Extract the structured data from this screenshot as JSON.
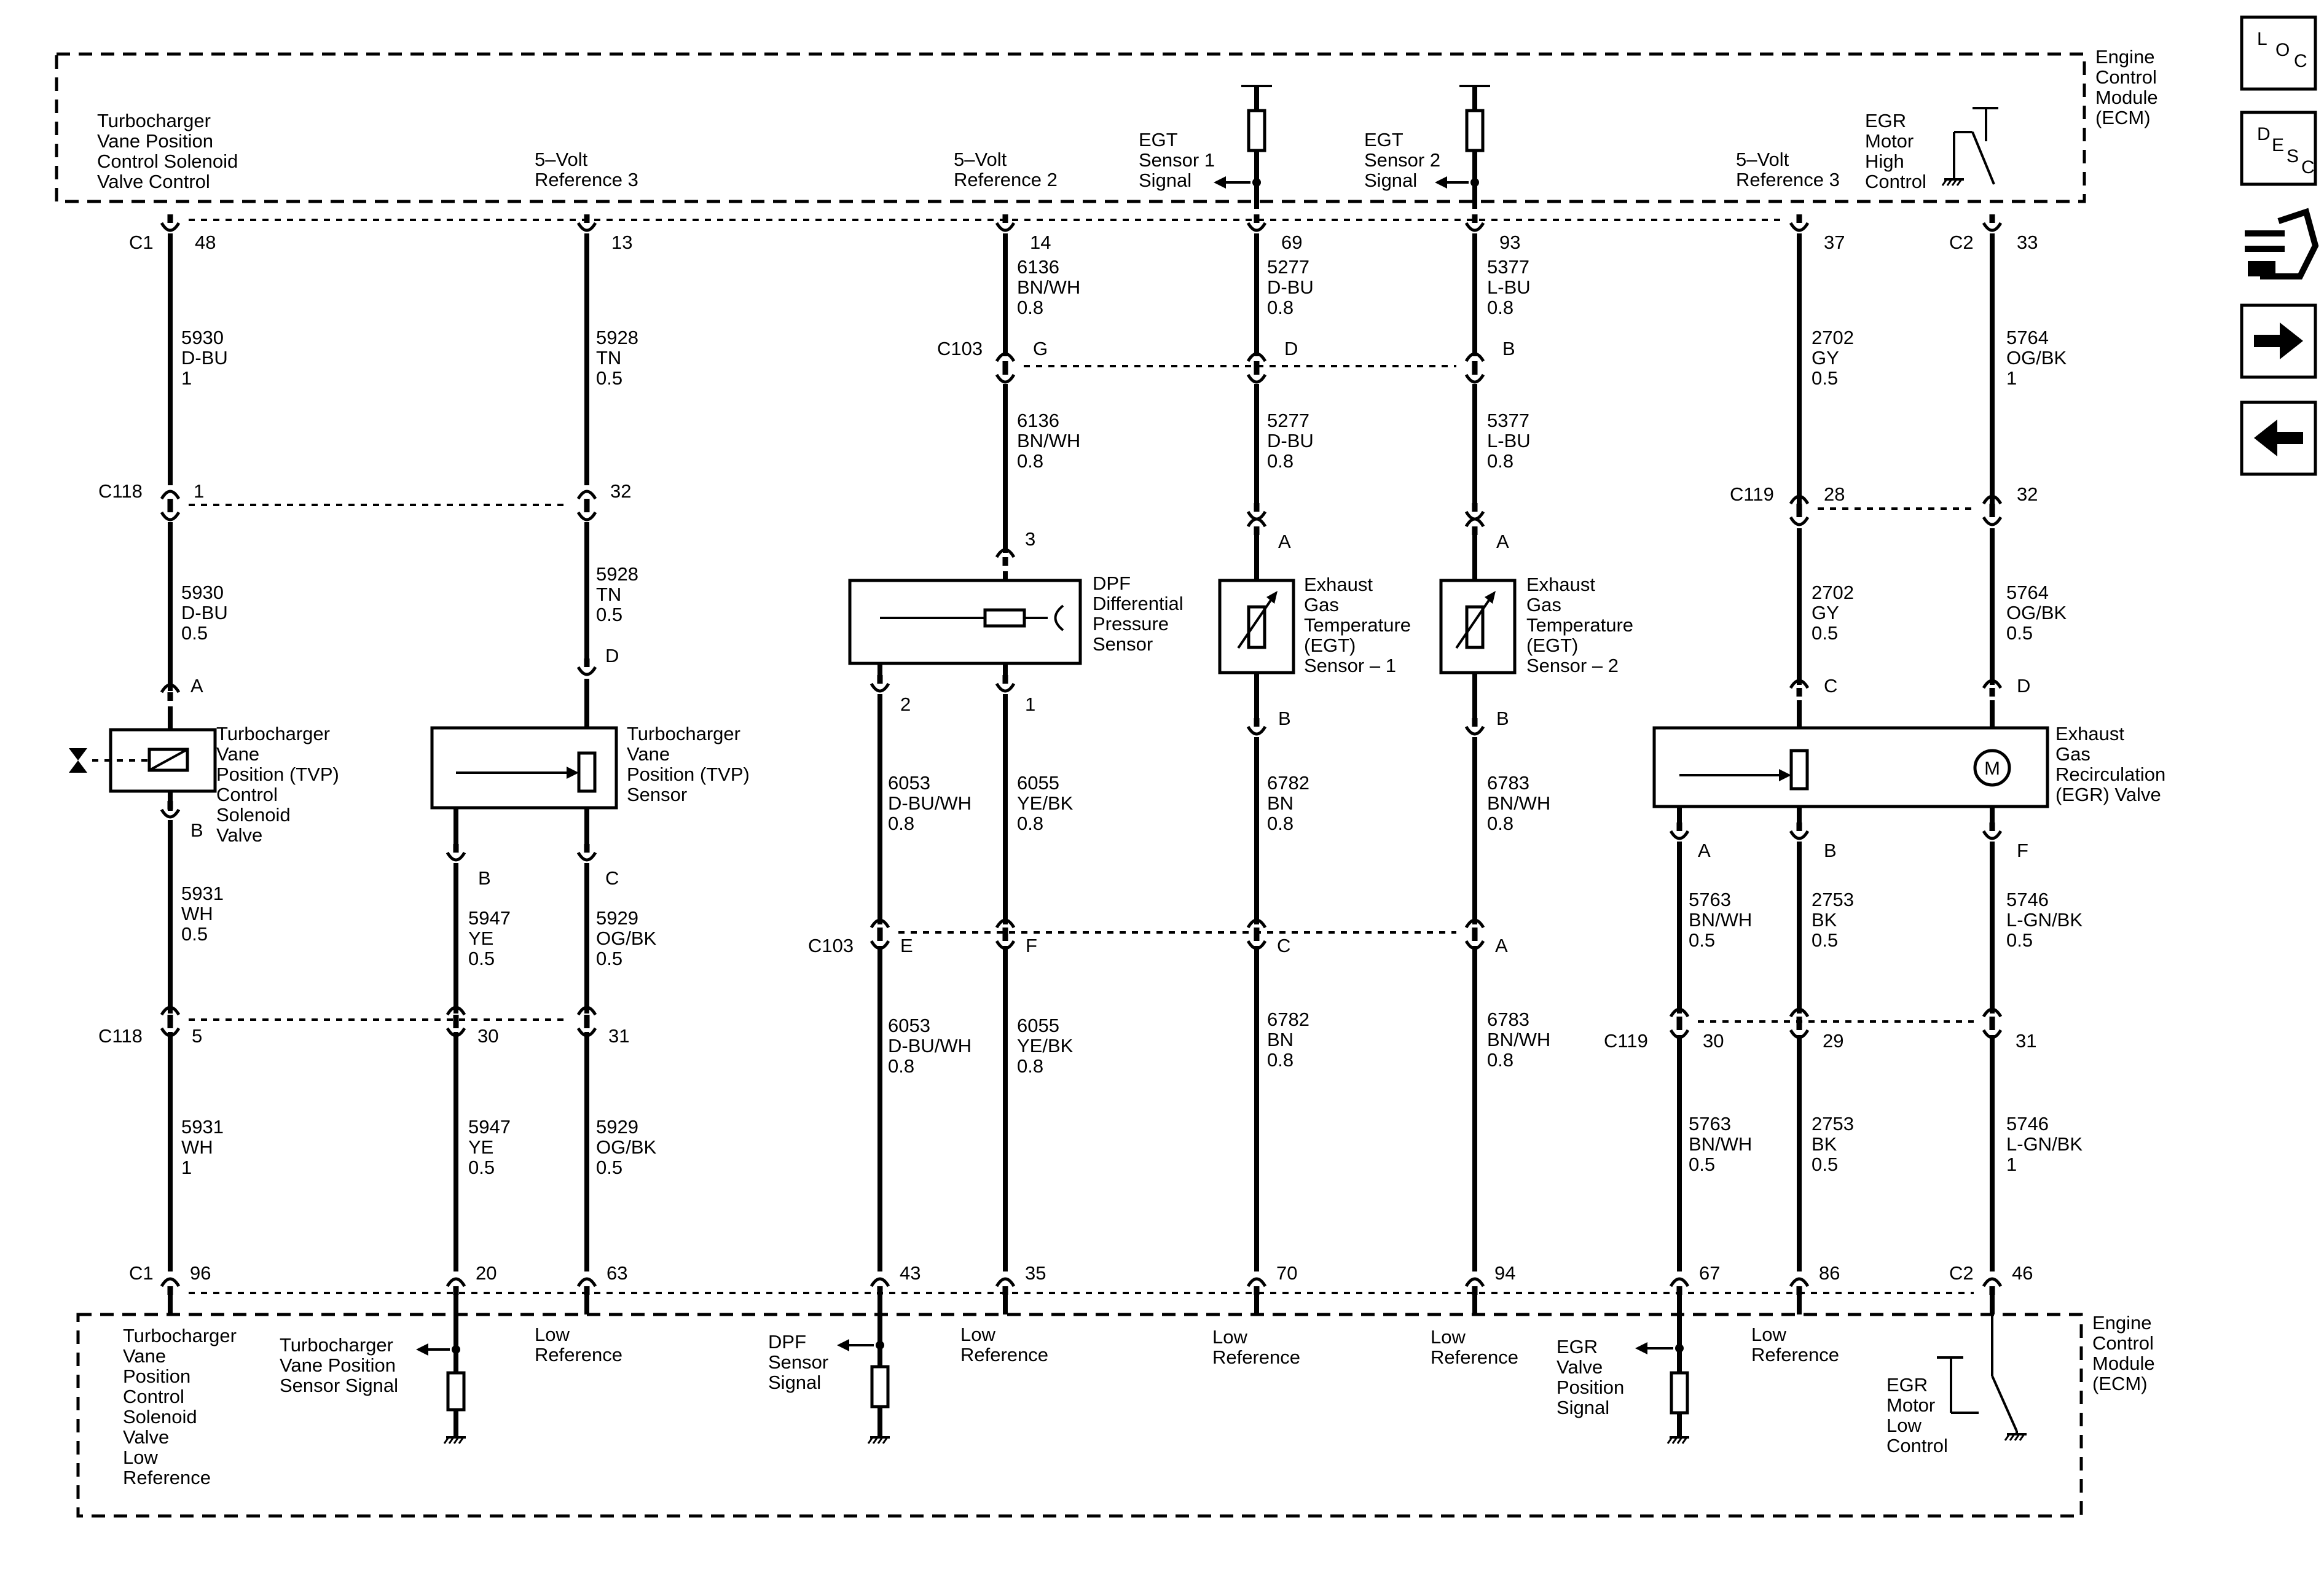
{
  "ecm_label": [
    "Engine",
    "Control",
    "Module",
    "(ECM)"
  ],
  "top_labels": {
    "tvp_solenoid_control": [
      "Turbocharger",
      "Vane Position",
      "Control Solenoid",
      "Valve Control"
    ],
    "ref3_left": [
      "5–Volt",
      "Reference 3"
    ],
    "ref2": [
      "5–Volt",
      "Reference 2"
    ],
    "egt1_signal": [
      "EGT",
      "Sensor 1",
      "Signal"
    ],
    "egt2_signal": [
      "EGT",
      "Sensor 2",
      "Signal"
    ],
    "ref3_right": [
      "5–Volt",
      "Reference 3"
    ],
    "egr_high": [
      "EGR",
      "Motor",
      "High",
      "Control"
    ]
  },
  "bottom_labels": {
    "tvp_solenoid_low": [
      "Turbocharger",
      "Vane",
      "Position",
      "Control",
      "Solenoid",
      "Valve",
      "Low",
      "Reference"
    ],
    "tvp_sensor_signal": [
      "Turbocharger",
      "Vane Position",
      "Sensor Signal"
    ],
    "low_ref": [
      "Low",
      "Reference"
    ],
    "dpf_signal": [
      "DPF",
      "Sensor",
      "Signal"
    ],
    "egr_position": [
      "EGR",
      "Valve",
      "Position",
      "Signal"
    ],
    "egr_low": [
      "EGR",
      "Motor",
      "Low",
      "Control"
    ]
  },
  "connectors": {
    "c1": "C1",
    "c2": "C2",
    "c118": "C118",
    "c103": "C103",
    "c119": "C119"
  },
  "pins": {
    "top": [
      "48",
      "13",
      "14",
      "69",
      "93",
      "37",
      "33"
    ],
    "c103_top": [
      "G",
      "D",
      "B"
    ],
    "c118_top": [
      "1",
      "32"
    ],
    "c119_top": [
      "28",
      "32"
    ],
    "c118_bot": [
      "5",
      "30",
      "31"
    ],
    "c103_bot": [
      "E",
      "F",
      "C",
      "A"
    ],
    "c119_bot": [
      "30",
      "29",
      "31"
    ],
    "bottom": [
      "96",
      "20",
      "63",
      "43",
      "35",
      "70",
      "94",
      "67",
      "86",
      "46"
    ],
    "comp": {
      "sol_a": "A",
      "sol_b": "B",
      "tvp_d": "D",
      "tvp_b": "B",
      "tvp_c": "C",
      "dpf_3": "3",
      "dpf_2": "2",
      "dpf_1": "1",
      "egt1_a": "A",
      "egt1_b": "B",
      "egt2_a": "A",
      "egt2_b": "B",
      "egr_c": "C",
      "egr_d": "D",
      "egr_a": "A",
      "egr_b": "B",
      "egr_f": "F"
    }
  },
  "wires": {
    "w5930_1": [
      "5930",
      "D-BU",
      "1"
    ],
    "w5928_a": [
      "5928",
      "TN",
      "0.5"
    ],
    "w6136_a": [
      "6136",
      "BN/WH",
      "0.8"
    ],
    "w5277_a": [
      "5277",
      "D-BU",
      "0.8"
    ],
    "w5377_a": [
      "5377",
      "L-BU",
      "0.8"
    ],
    "w2702_a": [
      "2702",
      "GY",
      "0.5"
    ],
    "w5764_a": [
      "5764",
      "OG/BK",
      "1"
    ],
    "w6136_b": [
      "6136",
      "BN/WH",
      "0.8"
    ],
    "w5277_b": [
      "5277",
      "D-BU",
      "0.8"
    ],
    "w5377_b": [
      "5377",
      "L-BU",
      "0.8"
    ],
    "w5930_b": [
      "5930",
      "D-BU",
      "0.5"
    ],
    "w5928_b": [
      "5928",
      "TN",
      "0.5"
    ],
    "w2702_b": [
      "2702",
      "GY",
      "0.5"
    ],
    "w5764_b": [
      "5764",
      "OG/BK",
      "0.5"
    ],
    "w6053_a": [
      "6053",
      "D-BU/WH",
      "0.8"
    ],
    "w6055_a": [
      "6055",
      "YE/BK",
      "0.8"
    ],
    "w6782_a": [
      "6782",
      "BN",
      "0.8"
    ],
    "w6783_a": [
      "6783",
      "BN/WH",
      "0.8"
    ],
    "w5931_a": [
      "5931",
      "WH",
      "0.5"
    ],
    "w5947_a": [
      "5947",
      "YE",
      "0.5"
    ],
    "w5929_a": [
      "5929",
      "OG/BK",
      "0.5"
    ],
    "w5763_a": [
      "5763",
      "BN/WH",
      "0.5"
    ],
    "w2753_a": [
      "2753",
      "BK",
      "0.5"
    ],
    "w5746_a": [
      "5746",
      "L-GN/BK",
      "0.5"
    ],
    "w6053_b": [
      "6053",
      "D-BU/WH",
      "0.8"
    ],
    "w6055_b": [
      "6055",
      "YE/BK",
      "0.8"
    ],
    "w6782_b": [
      "6782",
      "BN",
      "0.8"
    ],
    "w6783_b": [
      "6783",
      "BN/WH",
      "0.8"
    ],
    "w5931_b": [
      "5931",
      "WH",
      "1"
    ],
    "w5947_b": [
      "5947",
      "YE",
      "0.5"
    ],
    "w5929_b": [
      "5929",
      "OG/BK",
      "0.5"
    ],
    "w5763_b": [
      "5763",
      "BN/WH",
      "0.5"
    ],
    "w2753_b": [
      "2753",
      "BK",
      "0.5"
    ],
    "w5746_b": [
      "5746",
      "L-GN/BK",
      "1"
    ]
  },
  "components": {
    "tvp_solenoid": [
      "Turbocharger",
      "Vane",
      "Position (TVP)",
      "Control",
      "Solenoid",
      "Valve"
    ],
    "tvp_sensor": [
      "Turbocharger",
      "Vane",
      "Position (TVP)",
      "Sensor"
    ],
    "dpf": [
      "DPF",
      "Differential",
      "Pressure",
      "Sensor"
    ],
    "egt1": [
      "Exhaust",
      "Gas",
      "Temperature",
      "(EGT)",
      "Sensor – 1"
    ],
    "egt2": [
      "Exhaust",
      "Gas",
      "Temperature",
      "(EGT)",
      "Sensor – 2"
    ],
    "egr": [
      "Exhaust",
      "Gas",
      "Recirculation",
      "(EGR) Valve"
    ],
    "motor_symbol": "M"
  },
  "nav_buttons": [
    {
      "name": "loc",
      "letters": [
        "L",
        "O",
        "C"
      ]
    },
    {
      "name": "desc",
      "letters": [
        "D",
        "E",
        "S",
        "C"
      ]
    },
    {
      "name": "connector-icon"
    },
    {
      "name": "next-arrow-icon"
    },
    {
      "name": "previous-arrow-icon"
    }
  ]
}
